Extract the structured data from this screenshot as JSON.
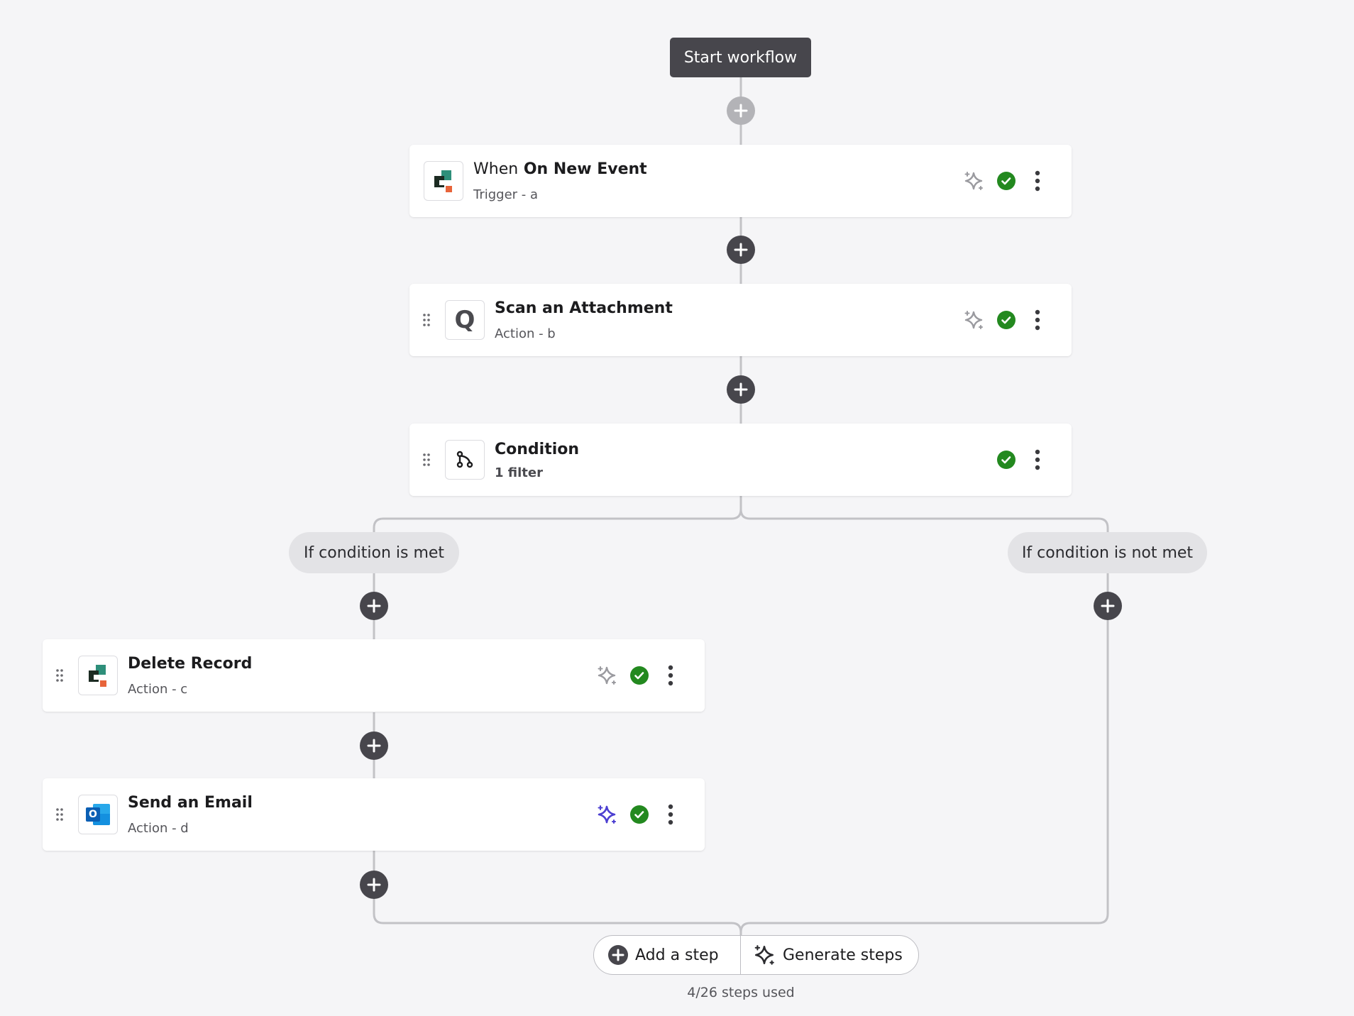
{
  "start": {
    "label": "Start workflow"
  },
  "steps": [
    {
      "title_prefix": "When",
      "title": "On New Event",
      "subtitle": "Trigger - a",
      "app_icon": "layered-squares-logo-icon",
      "ai_icon": "sparkle-icon",
      "status": "check-circle-icon"
    },
    {
      "title": "Scan an Attachment",
      "subtitle": "Action - b",
      "app_icon": "q-letter-icon",
      "icon_text": "Q",
      "ai_icon": "sparkle-icon",
      "status": "check-circle-icon"
    },
    {
      "title": "Condition",
      "subtitle": "1 filter",
      "app_icon": "branch-icon",
      "status": "check-circle-icon"
    },
    {
      "title": "Delete Record",
      "subtitle": "Action - c",
      "app_icon": "layered-squares-logo-icon",
      "ai_icon": "sparkle-icon",
      "status": "check-circle-icon"
    },
    {
      "title": "Send an Email",
      "subtitle": "Action - d",
      "app_icon": "outlook-icon",
      "icon_text": "O",
      "ai_icon": "sparkle-icon-active",
      "status": "check-circle-icon"
    }
  ],
  "branches": {
    "met": "If condition is met",
    "not_met": "If condition is not met"
  },
  "footer": {
    "add_step": "Add a step",
    "generate_steps": "Generate steps",
    "steps_used": "4/26 steps used"
  },
  "colors": {
    "dark": "#47464c",
    "success": "#23891f",
    "ai_muted": "#9a9a9f",
    "ai_active": "#4c3fd1",
    "connector": "#c2c2c6"
  }
}
